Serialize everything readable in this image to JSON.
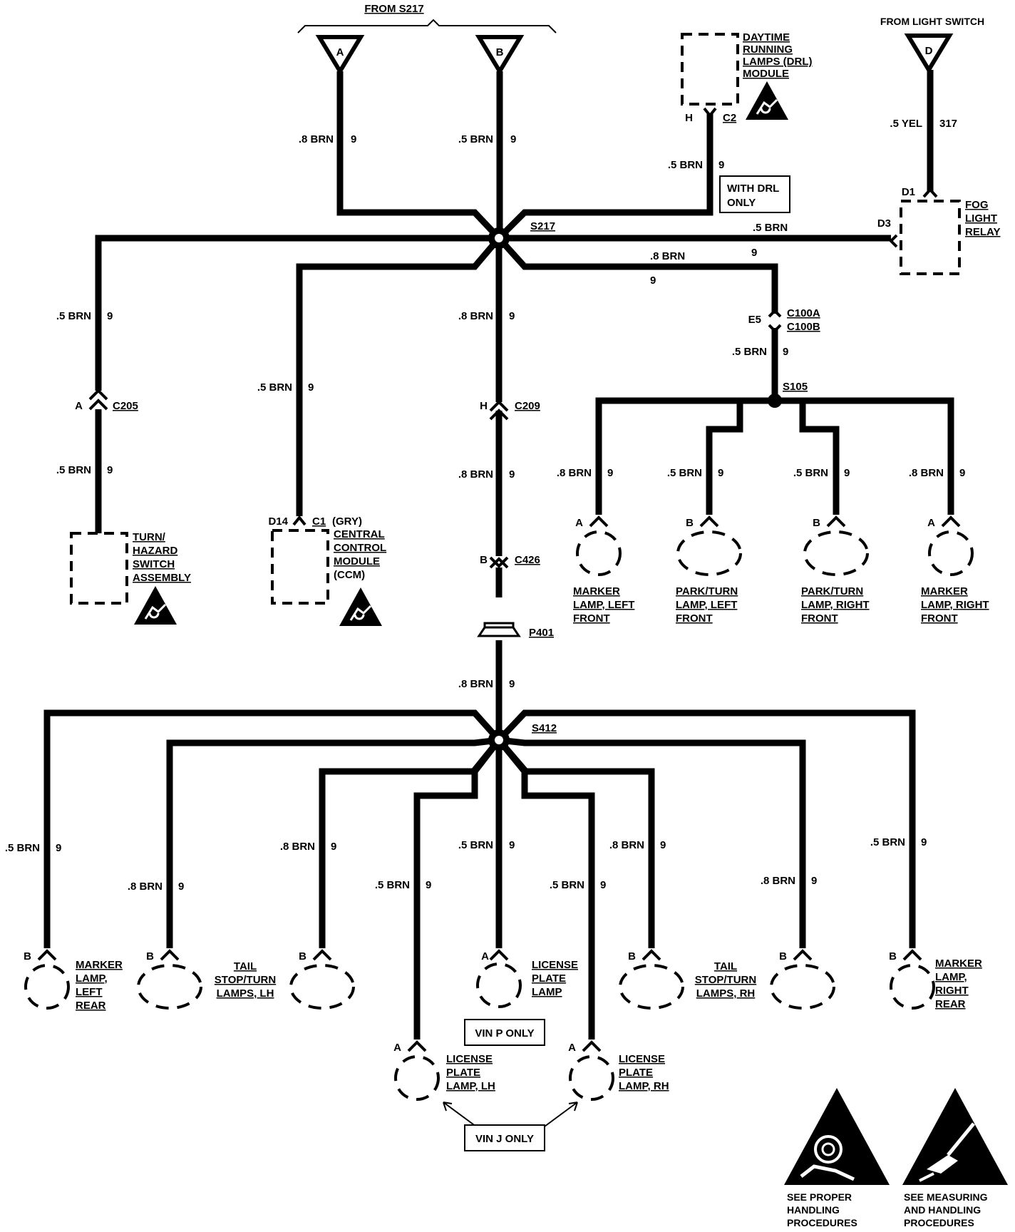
{
  "header": {
    "from_s217": "FROM S217",
    "from_light_switch": "FROM LIGHT SWITCH",
    "conn_a": "A",
    "conn_b": "B",
    "conn_d": "D"
  },
  "wire": {
    "c05": ".5 BRN",
    "c08": ".8 BRN",
    "c05yel": ".5 YEL",
    "n9": "9",
    "n317": "317"
  },
  "drl": {
    "name": [
      "DAYTIME",
      "RUNNING",
      "LAMPS (DRL)",
      "MODULE"
    ],
    "pin": "H",
    "conn": "C2",
    "note": [
      "WITH DRL",
      "ONLY"
    ]
  },
  "fog": {
    "name": [
      "FOG",
      "LIGHT",
      "RELAY"
    ],
    "pin_d1": "D1",
    "pin_d3": "D3"
  },
  "splices": {
    "s217": "S217",
    "s105": "S105",
    "s412": "S412"
  },
  "connectors": {
    "c205": "C205",
    "c205_pin": "A",
    "c209": "C209",
    "c209_pin": "H",
    "c426": "C426",
    "c426_pin": "B",
    "p401": "P401",
    "c100a": "C100A",
    "c100b": "C100B",
    "c100_pin": "E5"
  },
  "turn_hazard": {
    "name": [
      "TURN/",
      "HAZARD",
      "SWITCH",
      "ASSEMBLY"
    ]
  },
  "ccm": {
    "pin": "D14",
    "conn": "C1",
    "conn_color": "(GRY)",
    "name": [
      "CENTRAL",
      "CONTROL",
      "MODULE",
      "(CCM)"
    ]
  },
  "front_lamps": [
    {
      "pin": "A",
      "name": [
        "MARKER",
        "LAMP, LEFT",
        "FRONT"
      ]
    },
    {
      "pin": "B",
      "name": [
        "PARK/TURN",
        "LAMP, LEFT",
        "FRONT"
      ]
    },
    {
      "pin": "B",
      "name": [
        "PARK/TURN",
        "LAMP, RIGHT",
        "FRONT"
      ]
    },
    {
      "pin": "A",
      "name": [
        "MARKER",
        "LAMP, RIGHT",
        "FRONT"
      ]
    }
  ],
  "rear_lamps": {
    "marker_left": [
      "MARKER",
      "LAMP,",
      "LEFT",
      "REAR"
    ],
    "tail_lh": [
      "TAIL",
      "STOP/TURN",
      "LAMPS, LH"
    ],
    "license_center": [
      "LICENSE",
      "PLATE",
      "LAMP"
    ],
    "tail_rh": [
      "TAIL",
      "STOP/TURN",
      "LAMPS, RH"
    ],
    "marker_right": [
      "MARKER",
      "LAMP,",
      "RIGHT",
      "REAR"
    ],
    "license_lh": [
      "LICENSE",
      "PLATE",
      "LAMP, LH"
    ],
    "license_rh": [
      "LICENSE",
      "PLATE",
      "LAMP, RH"
    ],
    "pin_a": "A",
    "pin_b": "B"
  },
  "notes": {
    "vin_p": "VIN P ONLY",
    "vin_j": "VIN J ONLY"
  },
  "warnings": {
    "handling": [
      "SEE PROPER",
      "HANDLING",
      "PROCEDURES"
    ],
    "measuring": [
      "SEE MEASURING",
      "AND HANDLING",
      "PROCEDURES"
    ],
    "handling_icon": "esd-hand-icon",
    "measuring_icon": "esd-probe-icon"
  }
}
